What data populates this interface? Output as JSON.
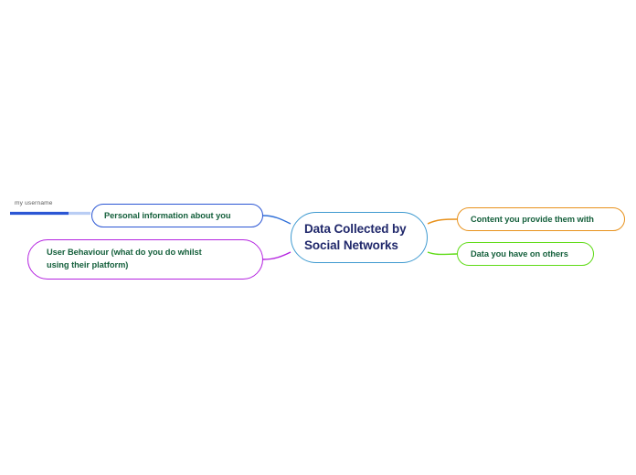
{
  "diagram": {
    "type": "mind-map",
    "background_color": "#ffffff",
    "central_topic": {
      "label": "Data Collected by\nSocial Networks",
      "border_color": "#3f9ad0",
      "text_color": "#20286b"
    },
    "branches": [
      {
        "id": "personal",
        "label": "Personal information about you",
        "side": "left",
        "border_color": "#2b56d4",
        "text_color": "#15603c"
      },
      {
        "id": "behaviour",
        "label": "User Behaviour (what do you do whilst\nusing their platform)",
        "side": "left",
        "border_color": "#b423e0",
        "text_color": "#15603c"
      },
      {
        "id": "content",
        "label": "Content you provide them with",
        "side": "right",
        "border_color": "#e8921d",
        "text_color": "#15603c"
      },
      {
        "id": "others",
        "label": "Data you have on others",
        "side": "right",
        "border_color": "#5fdb16",
        "text_color": "#15603c"
      }
    ],
    "annotations": [
      {
        "id": "username",
        "label": "my username",
        "text_color": "#5a5a5a",
        "underline_color": "#2b56d4"
      }
    ]
  }
}
